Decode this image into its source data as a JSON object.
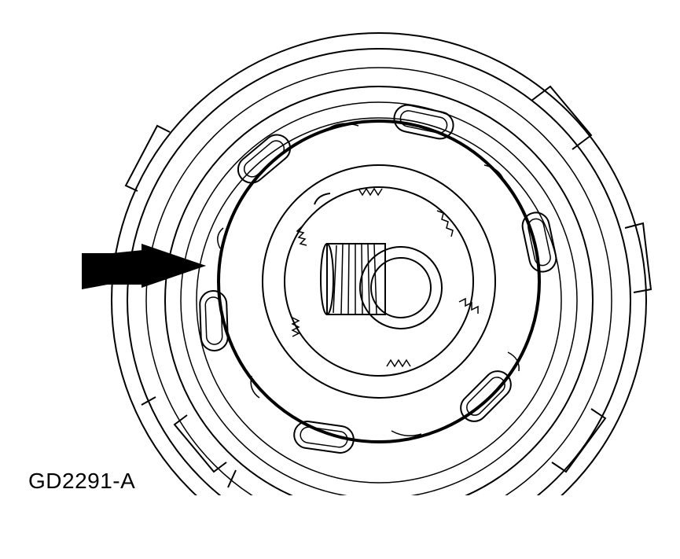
{
  "figure": {
    "id_label": "GD2291-A"
  },
  "parts": {
    "outer_housing": "clutch-housing",
    "piston_ring": "highlighted-piston-ring",
    "hub": "splined-hub",
    "shaft": "splined-shaft"
  },
  "colors": {
    "line": "#000000",
    "background": "#ffffff",
    "arrow_fill": "#000000"
  }
}
